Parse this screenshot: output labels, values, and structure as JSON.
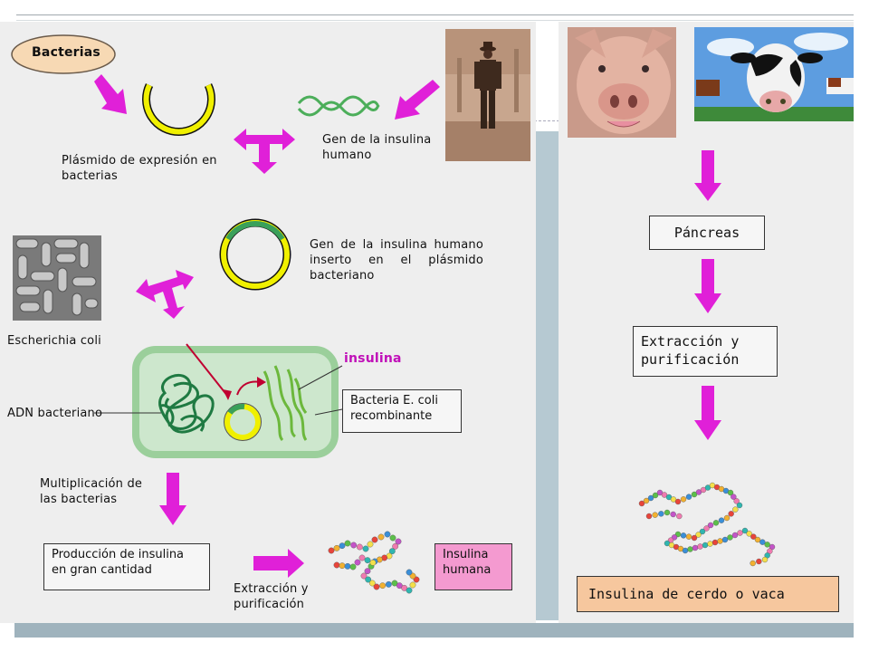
{
  "left": {
    "bacterias_label": "Bacterias",
    "plasmid_label": "Plásmido de expresión en bacterias",
    "gene_label": "Gen de la insulina humano",
    "gene_inserted_label": "Gen de la insulina humano inserto en el plásmido bacteriano",
    "ecoli_label": "Escherichia coli",
    "insulina_label": "insulina",
    "adn_label": "ADN bacteriano",
    "bacteria_recomb_label": "Bacteria E. coli recombinante",
    "multiplicacion_label": "Multiplicación de las bacterias",
    "produccion_label": "Producción de insulina en gran cantidad",
    "extraccion_label": "Extracción y purificación",
    "insulina_humana_label": "Insulina humana"
  },
  "right": {
    "pancreas_label": "Páncreas",
    "extraccion_label": "Extracción y purificación",
    "insulina_cerdo_label": "Insulina de cerdo o vaca"
  },
  "colors": {
    "magenta": "#e020d8",
    "plasmid_yellow": "#f0f000",
    "dna_green": "#3aa05a",
    "insulina_text": "#c010b8",
    "insulina_box": "#f49ad0",
    "cerdo_box": "#f6c79e"
  }
}
